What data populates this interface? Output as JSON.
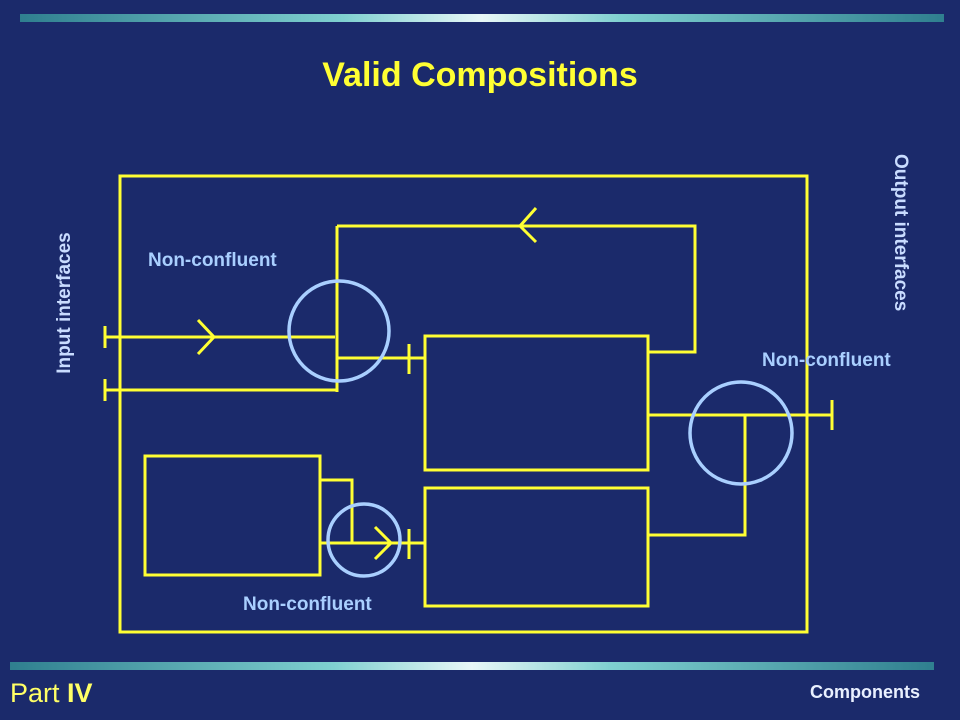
{
  "slide": {
    "title": "Valid Compositions",
    "input_label": "Input interfaces",
    "output_label": "Output interfaces",
    "nonconfluent_top": "Non-confluent",
    "nonconfluent_right": "Non-confluent",
    "nonconfluent_bottom": "Non-confluent"
  },
  "footer": {
    "part_word": "Part",
    "part_number": "IV",
    "section": "Components"
  },
  "colors": {
    "background": "#1b2a6b",
    "wire": "#ffff33",
    "circle": "#a9cfff",
    "label": "#a9cfff"
  }
}
